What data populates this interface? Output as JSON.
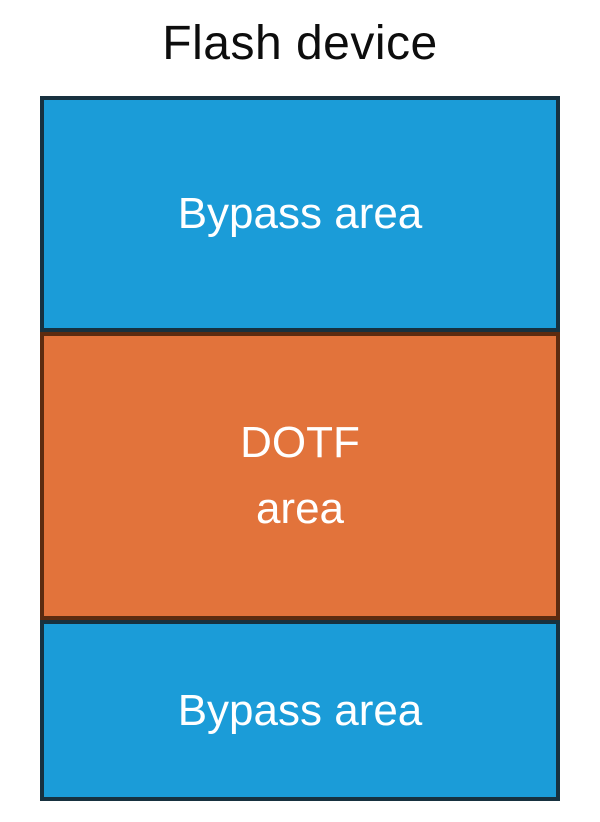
{
  "diagram": {
    "title": "Flash device",
    "text_color": "#ffffff",
    "title_color": "#0d0d0d",
    "background": "#ffffff",
    "sections": [
      {
        "name": "bypass-area-top",
        "lines": [
          "Bypass area"
        ],
        "fill": "#1B9CD8",
        "border": "#17313F"
      },
      {
        "name": "dotf-area",
        "lines": [
          "DOTF",
          "area"
        ],
        "fill": "#E2733B",
        "border": "#5B2B10"
      },
      {
        "name": "bypass-area-bottom",
        "lines": [
          "Bypass area"
        ],
        "fill": "#1B9CD8",
        "border": "#17313F"
      }
    ]
  }
}
